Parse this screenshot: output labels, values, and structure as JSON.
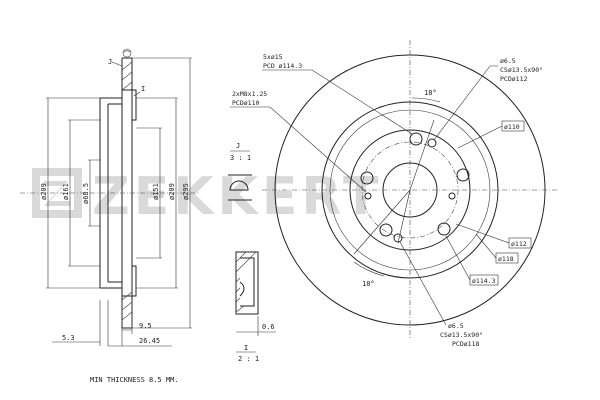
{
  "watermark": {
    "text": "ZEKKERT",
    "color": "#d9d9d9"
  },
  "section": {
    "label_j": "J",
    "label_i": "I",
    "diameters": [
      "ø209",
      "ø161",
      "ø68.5",
      "ø151",
      "ø209",
      "ø295"
    ],
    "dim_bottom": [
      "5.3",
      "9.5",
      "26.45"
    ]
  },
  "detail_j": {
    "title": "J",
    "scale": "3 : 1"
  },
  "detail_i": {
    "title": "I",
    "scale": "2 : 1",
    "dim": "0.6"
  },
  "front": {
    "callouts": {
      "bolts": [
        "5xø15",
        "PCD ø114.3"
      ],
      "threads": [
        "2xM8x1.25",
        "PCDø110"
      ],
      "cs_top": [
        "ø6.5",
        "CSø13.5x90°",
        "PCDø112"
      ],
      "cs_bottom": [
        "ø6.5",
        "CSø13.5x90°",
        "PCDø118"
      ]
    },
    "angles": {
      "top": "18°",
      "bottom": "18°"
    },
    "pcd_tags": [
      "ø110",
      "ø112",
      "ø118",
      "ø114.3"
    ]
  },
  "footer": {
    "min_thickness": "MIN THICKNESS 8.5 MM."
  }
}
